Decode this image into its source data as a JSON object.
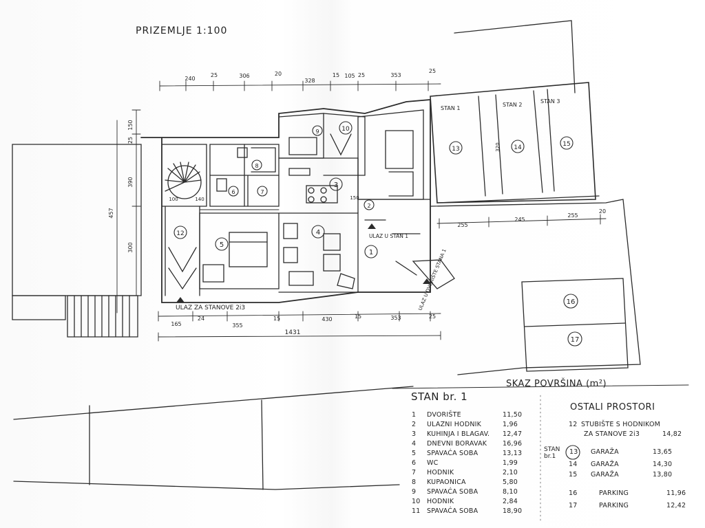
{
  "drawing": {
    "title": "PRIZEMLJE 1:100",
    "legend_title": "SKAZ POVRŠINA (m²)"
  },
  "dimensions": {
    "top": [
      "240",
      "25",
      "306",
      "20",
      "328",
      "15",
      "105",
      "25",
      "353",
      "25"
    ],
    "bottom": [
      "165",
      "24",
      "355",
      "15",
      "430",
      "15",
      "353",
      "25"
    ],
    "bottom_total": "1431",
    "right_strip": [
      "255",
      "245",
      "255",
      "20"
    ],
    "left_vertical": [
      "150",
      "25",
      "390",
      "457",
      "300"
    ],
    "inner_small": [
      "100",
      "140",
      "150",
      "320"
    ]
  },
  "rooms": [
    {
      "num": "1"
    },
    {
      "num": "2"
    },
    {
      "num": "3"
    },
    {
      "num": "4"
    },
    {
      "num": "5"
    },
    {
      "num": "6"
    },
    {
      "num": "7"
    },
    {
      "num": "8"
    },
    {
      "num": "9"
    },
    {
      "num": "10"
    },
    {
      "num": "12"
    },
    {
      "num": "13"
    },
    {
      "num": "14"
    },
    {
      "num": "15"
    },
    {
      "num": "16"
    },
    {
      "num": "17"
    }
  ],
  "stan_labels": [
    "STAN 1",
    "STAN 2",
    "STAN 3"
  ],
  "entrances": {
    "stan1": "ULAZ U STAN 1",
    "stanove": "ULAZ ZA STANOVE 2i3",
    "dvoriste": "ULAZ U DVORIŠTE STANA 1"
  },
  "stan1": {
    "heading": "STAN br. 1",
    "items": [
      {
        "n": "1",
        "name": "DVORIŠTE",
        "area": "11,50"
      },
      {
        "n": "2",
        "name": "ULAZNI HODNIK",
        "area": "1,96"
      },
      {
        "n": "3",
        "name": "KUHINJA I BLAGAV.",
        "area": "12,47"
      },
      {
        "n": "4",
        "name": "DNEVNI BORAVAK",
        "area": "16,96"
      },
      {
        "n": "5",
        "name": "SPAVAĆA SOBA",
        "area": "13,13"
      },
      {
        "n": "6",
        "name": "WC",
        "area": "1,99"
      },
      {
        "n": "7",
        "name": "HODNIK",
        "area": "2,10"
      },
      {
        "n": "8",
        "name": "KUPAONICA",
        "area": "5,80"
      },
      {
        "n": "9",
        "name": "SPAVAĆA SOBA",
        "area": "8,10"
      },
      {
        "n": "10",
        "name": "HODNIK",
        "area": "2,84"
      },
      {
        "n": "11",
        "name": "SPAVAĆA SOBA",
        "area": "18,90"
      }
    ]
  },
  "ostali": {
    "heading": "OSTALI PROSTORI",
    "item12": {
      "n": "12",
      "line1": "STUBIŠTE S HODNIKOM",
      "line2": "ZA STANOVE 2i3",
      "area": "14,82"
    },
    "stan_label": "STAN br.1",
    "items": [
      {
        "n": "13",
        "name": "GARAŽA",
        "area": "13,65"
      },
      {
        "n": "14",
        "name": "GARAŽA",
        "area": "14,30"
      },
      {
        "n": "15",
        "name": "GARAŽA",
        "area": "13,80"
      },
      {
        "n": "16",
        "name": "PARKING",
        "area": "11,96"
      },
      {
        "n": "17",
        "name": "PARKING",
        "area": "12,42"
      }
    ]
  }
}
